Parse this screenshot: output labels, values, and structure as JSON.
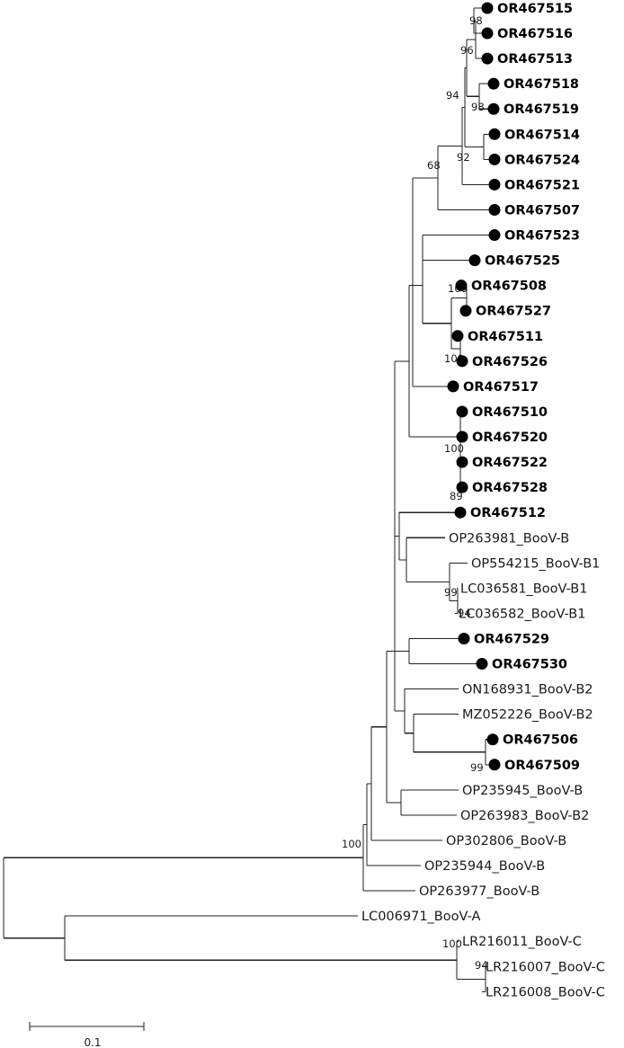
{
  "tree": {
    "scale_bar_label": "0.1",
    "marker_color": "#000000",
    "highlight_marker": "filled-circle-icon",
    "leaves": [
      {
        "name": "OR467515",
        "highlight": true
      },
      {
        "name": "OR467516",
        "highlight": true
      },
      {
        "name": "OR467513",
        "highlight": true
      },
      {
        "name": "OR467518",
        "highlight": true
      },
      {
        "name": "OR467519",
        "highlight": true
      },
      {
        "name": "OR467514",
        "highlight": true
      },
      {
        "name": "OR467524",
        "highlight": true
      },
      {
        "name": "OR467521",
        "highlight": true
      },
      {
        "name": "OR467507",
        "highlight": true
      },
      {
        "name": "OR467523",
        "highlight": true
      },
      {
        "name": "OR467525",
        "highlight": true
      },
      {
        "name": "OR467508",
        "highlight": true
      },
      {
        "name": "OR467527",
        "highlight": true
      },
      {
        "name": "OR467511",
        "highlight": true
      },
      {
        "name": "OR467526",
        "highlight": true
      },
      {
        "name": "OR467517",
        "highlight": true
      },
      {
        "name": "OR467510",
        "highlight": true
      },
      {
        "name": "OR467520",
        "highlight": true
      },
      {
        "name": "OR467522",
        "highlight": true
      },
      {
        "name": "OR467528",
        "highlight": true
      },
      {
        "name": "OR467512",
        "highlight": true
      },
      {
        "name": "OP263981_BooV-B",
        "highlight": false
      },
      {
        "name": "OP554215_BooV-B1",
        "highlight": false
      },
      {
        "name": "LC036581_BooV-B1",
        "highlight": false
      },
      {
        "name": "LC036582_BooV-B1",
        "highlight": false
      },
      {
        "name": "OR467529",
        "highlight": true
      },
      {
        "name": "OR467530",
        "highlight": true
      },
      {
        "name": "ON168931_BooV-B2",
        "highlight": false
      },
      {
        "name": "MZ052226_BooV-B2",
        "highlight": false
      },
      {
        "name": "OR467506",
        "highlight": true
      },
      {
        "name": "OR467509",
        "highlight": true
      },
      {
        "name": "OP235945_BooV-B",
        "highlight": false
      },
      {
        "name": "OP263983_BooV-B2",
        "highlight": false
      },
      {
        "name": "OP302806_BooV-B",
        "highlight": false
      },
      {
        "name": "OP235944_BooV-B",
        "highlight": false
      },
      {
        "name": "OP263977_BooV-B",
        "highlight": false
      },
      {
        "name": "LC006971_BooV-A",
        "highlight": false
      },
      {
        "name": "LR216011_BooV-C",
        "highlight": false
      },
      {
        "name": "LR216007_BooV-C",
        "highlight": false
      },
      {
        "name": "LR216008_BooV-C",
        "highlight": false
      }
    ],
    "support_values": [
      "98",
      "96",
      "94",
      "98",
      "92",
      "68",
      "100",
      "100",
      "100",
      "89",
      "99",
      "94",
      "99",
      "100",
      "100",
      "94"
    ]
  }
}
